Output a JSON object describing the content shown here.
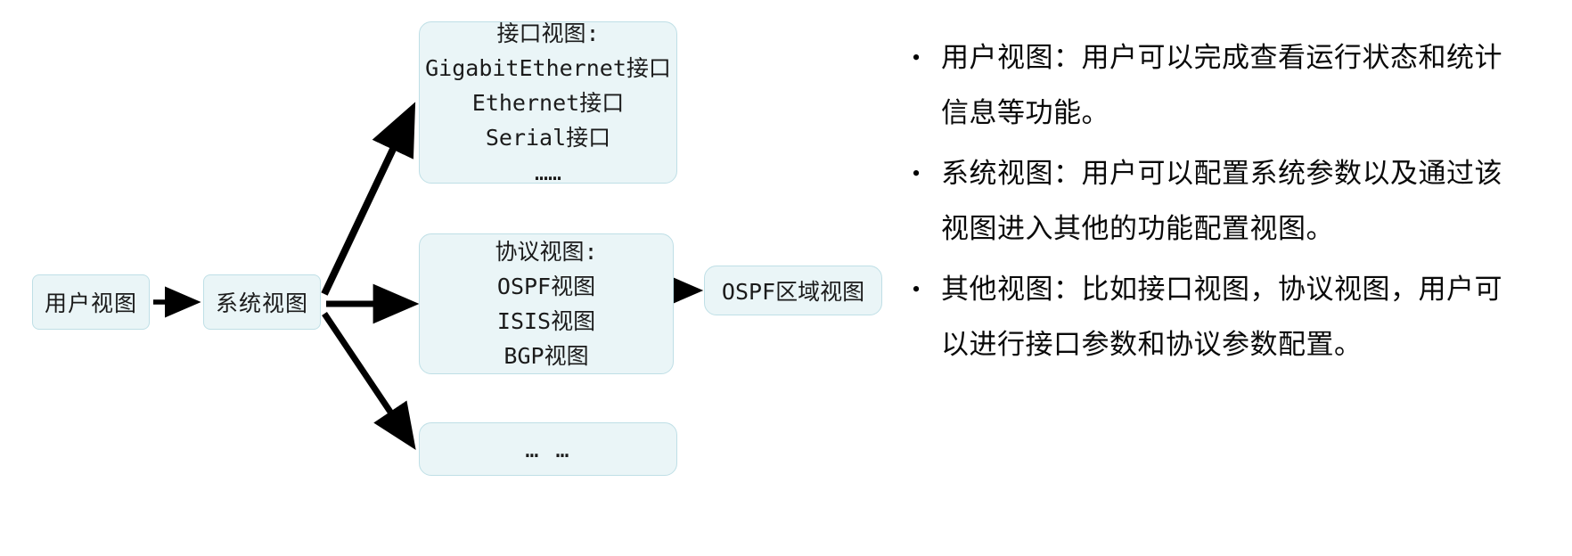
{
  "diagram": {
    "nodes": {
      "user_view": {
        "label": "用户视图"
      },
      "system_view": {
        "label": "系统视图"
      },
      "interface_view": {
        "title": "接口视图:",
        "lines": [
          "GigabitEthernet接口",
          "Ethernet接口",
          "Serial接口",
          "……"
        ]
      },
      "protocol_view": {
        "title": "协议视图:",
        "lines": [
          "OSPF视图",
          "ISIS视图",
          "BGP视图"
        ]
      },
      "other_view": {
        "label": "… …"
      },
      "ospf_area_view": {
        "label": "OSPF区域视图"
      }
    },
    "colors": {
      "node_fill": "#eaf5f7",
      "node_border": "#bfdfe6",
      "arrow": "#000000",
      "text": "#1b1b1b"
    }
  },
  "notes": {
    "bullet_marker": "•",
    "items": [
      {
        "text": "用户视图：用户可以完成查看运行状态和统计信息等功能。"
      },
      {
        "text": "系统视图：用户可以配置系统参数以及通过该视图进入其他的功能配置视图。"
      },
      {
        "text": "其他视图：比如接口视图，协议视图，用户可以进行接口参数和协议参数配置。"
      }
    ]
  }
}
